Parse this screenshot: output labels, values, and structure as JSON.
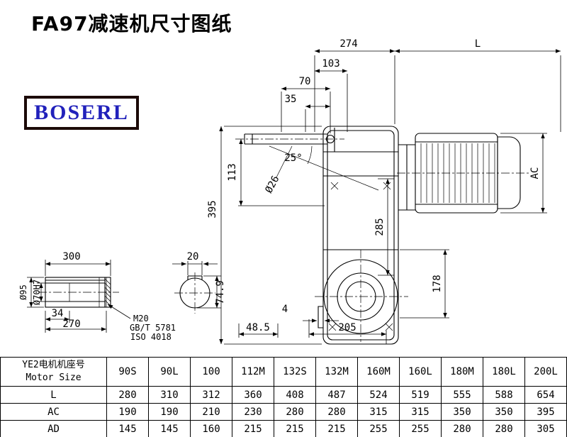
{
  "title": "FA97减速机尺寸图纸",
  "logo": "BOSERL",
  "main_view": {
    "dim_274": "274",
    "dim_L": "L",
    "dim_103": "103",
    "dim_70": "70",
    "dim_35": "35",
    "angle_25": "25°",
    "dia_26": "Ø26",
    "dim_113": "113",
    "dim_395": "395",
    "dim_285": "285",
    "dim_AC": "AC",
    "dim_178": "178",
    "dim_4": "4",
    "dim_48_5": "48.5",
    "dim_205": "205"
  },
  "shaft_view": {
    "dim_300": "300",
    "dia_95": "Ø95",
    "dia_70H7": "Ø70H7",
    "dim_34": "34",
    "dim_270": "270",
    "note_thread": "M20",
    "note_standard1": "GB/T 5781",
    "note_standard2": "ISO 4018"
  },
  "section_view": {
    "dim_20": "20",
    "dim_74_9": "74.9"
  },
  "table": {
    "header": {
      "line1": "YE2电机机座号",
      "line2": "Motor Size"
    },
    "columns": [
      "90S",
      "90L",
      "100",
      "112M",
      "132S",
      "132M",
      "160M",
      "160L",
      "180M",
      "180L",
      "200L"
    ],
    "rows": [
      {
        "label": "L",
        "values": [
          "280",
          "310",
          "312",
          "360",
          "408",
          "487",
          "524",
          "519",
          "555",
          "588",
          "654"
        ]
      },
      {
        "label": "AC",
        "values": [
          "190",
          "190",
          "210",
          "230",
          "280",
          "280",
          "315",
          "315",
          "350",
          "350",
          "395"
        ]
      },
      {
        "label": "AD",
        "values": [
          "145",
          "145",
          "160",
          "215",
          "215",
          "215",
          "255",
          "255",
          "280",
          "280",
          "305"
        ]
      }
    ]
  }
}
